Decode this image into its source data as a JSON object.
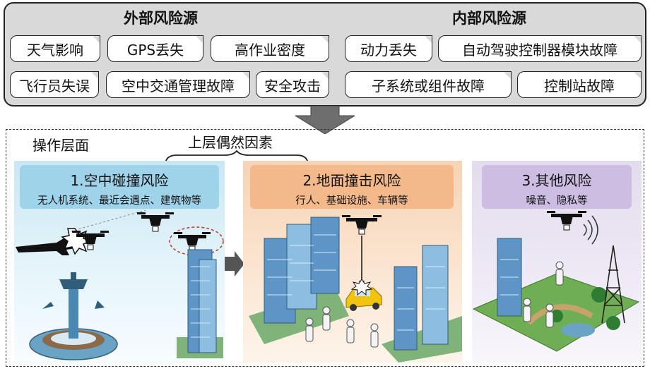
{
  "external": {
    "title": "外部风险源",
    "row1": [
      "天气影响",
      "GPS丢失",
      "高作业密度"
    ],
    "row2": [
      "飞行员失误",
      "空中交通管理故障",
      "安全攻击"
    ]
  },
  "internal": {
    "title": "内部风险源",
    "row1": [
      "动力丢失",
      "自动驾驶控制器模块故障"
    ],
    "row2": [
      "子系统或组件故障",
      "控制站故障"
    ]
  },
  "operations": {
    "label": "操作层面",
    "upper_factor": "上层偶然因素"
  },
  "panels": [
    {
      "title": "1.空中碰撞风险",
      "subtitle": "无人机系统、最近会遇点、建筑物等",
      "color": "#9fd3ea"
    },
    {
      "title": "2.地面撞击风险",
      "subtitle": "行人、基础设施、车辆等",
      "color": "#f4b98a"
    },
    {
      "title": "3.其他风险",
      "subtitle": "噪音、隐私等",
      "color": "#cdbde3"
    }
  ]
}
